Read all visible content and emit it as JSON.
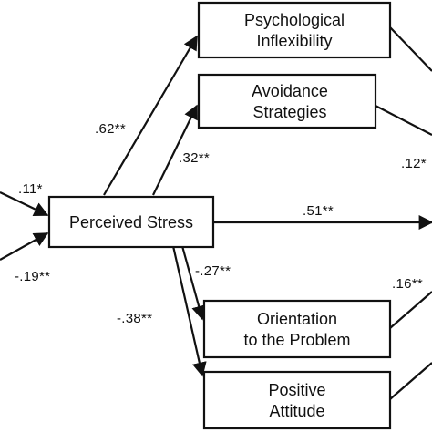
{
  "nodes": {
    "psychological_inflexibility": [
      "Psychological",
      "Inflexibility"
    ],
    "avoidance_strategies": [
      "Avoidance",
      "Strategies"
    ],
    "perceived_stress": "Perceived Stress",
    "orientation_problem": [
      "Orientation",
      "to the Problem"
    ],
    "positive_attitude": [
      "Positive",
      "Attitude"
    ]
  },
  "coefficients": {
    "input_top": ".11*",
    "input_bottom": "-.19**",
    "stress_to_inflexibility": ".62**",
    "stress_to_avoidance": ".32**",
    "stress_to_outcome": ".51**",
    "stress_to_orientation": "-.27**",
    "stress_to_attitude": "-.38**",
    "avoidance_to_outcome": ".12*",
    "orientation_to_outcome": ".16**"
  }
}
